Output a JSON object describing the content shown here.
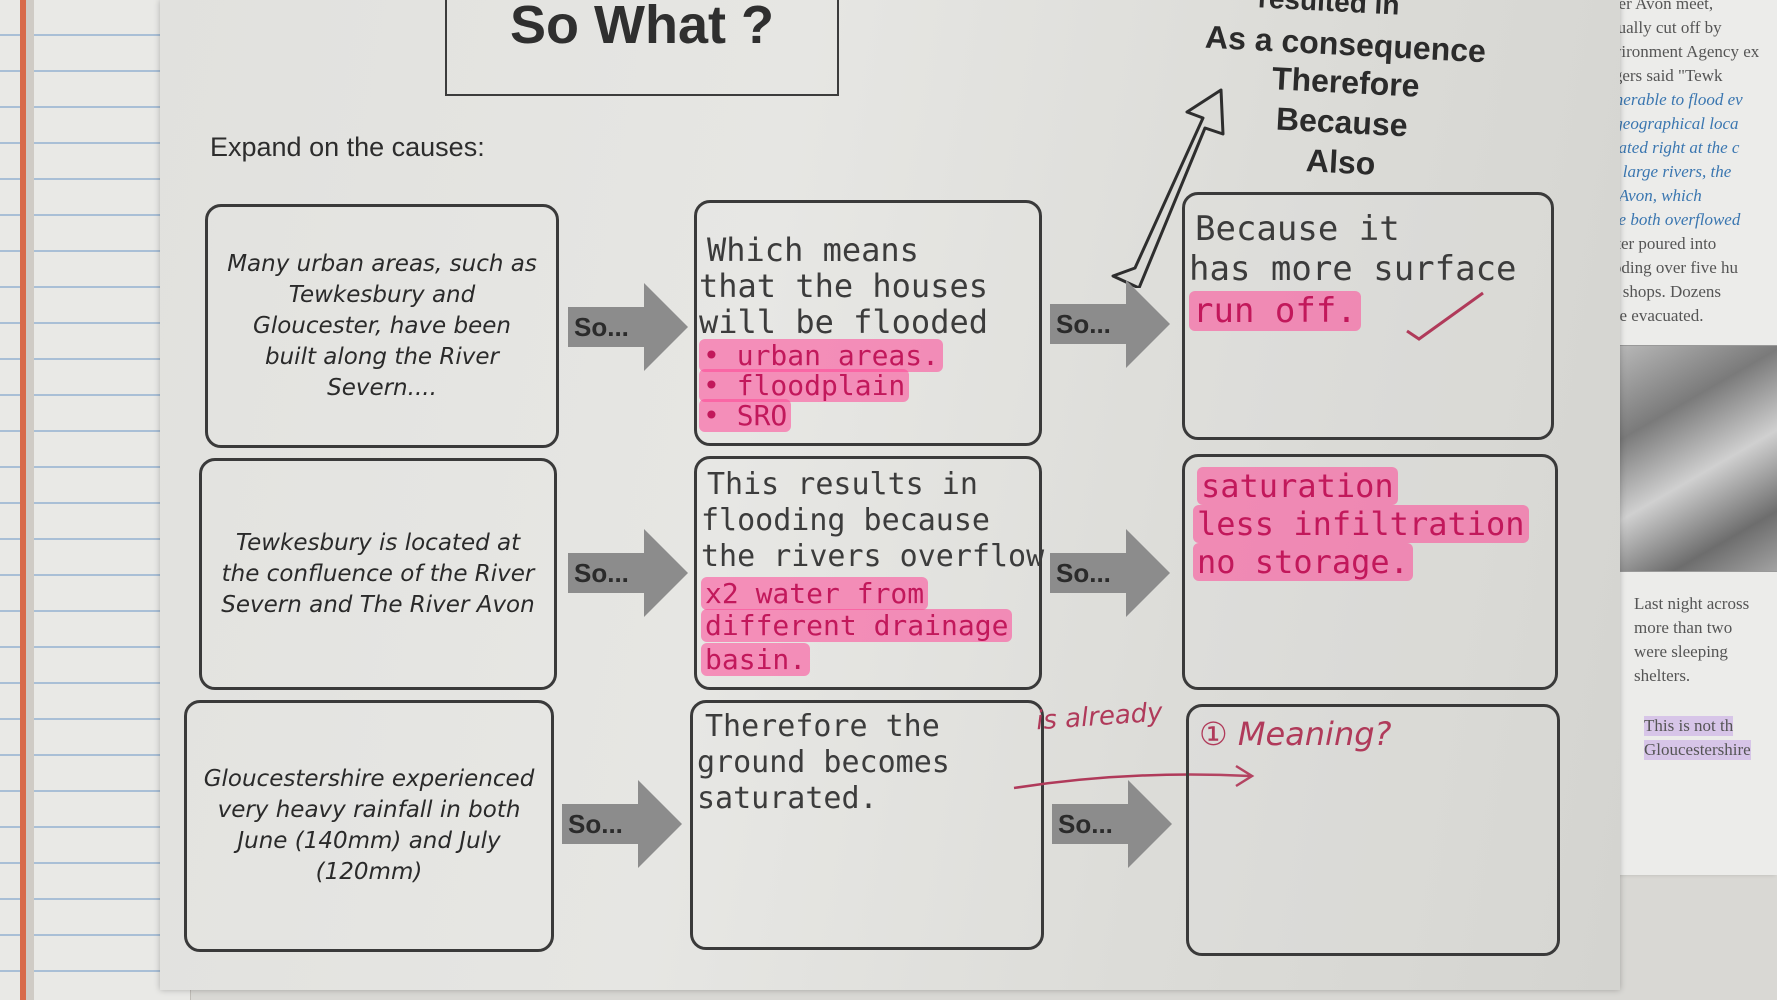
{
  "title": "So What ?",
  "instruction": "Expand on the causes:",
  "connectives": [
    "resulted in",
    "As a consequence",
    "Therefore",
    "Because",
    "Also"
  ],
  "arrow_label": "So...",
  "rows": [
    {
      "cause": "Many urban areas, such as Tewkesbury and Gloucester,  have been built along the River Severn....",
      "answer1": [
        "Which means",
        "that the houses",
        "will be flooded",
        "• urban areas.",
        "• floodplain",
        "• SRO"
      ],
      "answer2": [
        "Because it",
        "has more surface",
        "run off."
      ]
    },
    {
      "cause": "Tewkesbury is located at the confluence of the River Severn and The River Avon",
      "answer1": [
        "This results in",
        "flooding because",
        "the rivers overflow",
        "x2 water from",
        "different drainage",
        "basin."
      ],
      "answer2": [
        "saturation",
        "less infiltration",
        "no storage."
      ]
    },
    {
      "cause": "Gloucestershire experienced very heavy rainfall in both June (140mm) and July (120mm)",
      "answer1": [
        "Therefore the",
        "ground becomes",
        "saturated."
      ],
      "answer2": [
        "① Meaning?"
      ],
      "teacher_note": "is already"
    }
  ],
  "article": {
    "lines": [
      "River  Avon  meet,",
      "virtually  cut  off  by",
      "Environment Agency ex",
      "Rogers    said    \"Tewk",
      "vulnerable to flood ev",
      "its  geographical  loca",
      "situated right at the c",
      "two  large  rivers,  the",
      "the   Avon,   which",
      "have both overflowed",
      "Water    poured    into",
      "flooding over five hu",
      "and   shops.   Dozens",
      "were evacuated.",
      "Last night across",
      "more   than   two",
      "were    sleeping",
      "shelters.",
      "This  is  not  th",
      "Gloucestershire"
    ]
  }
}
